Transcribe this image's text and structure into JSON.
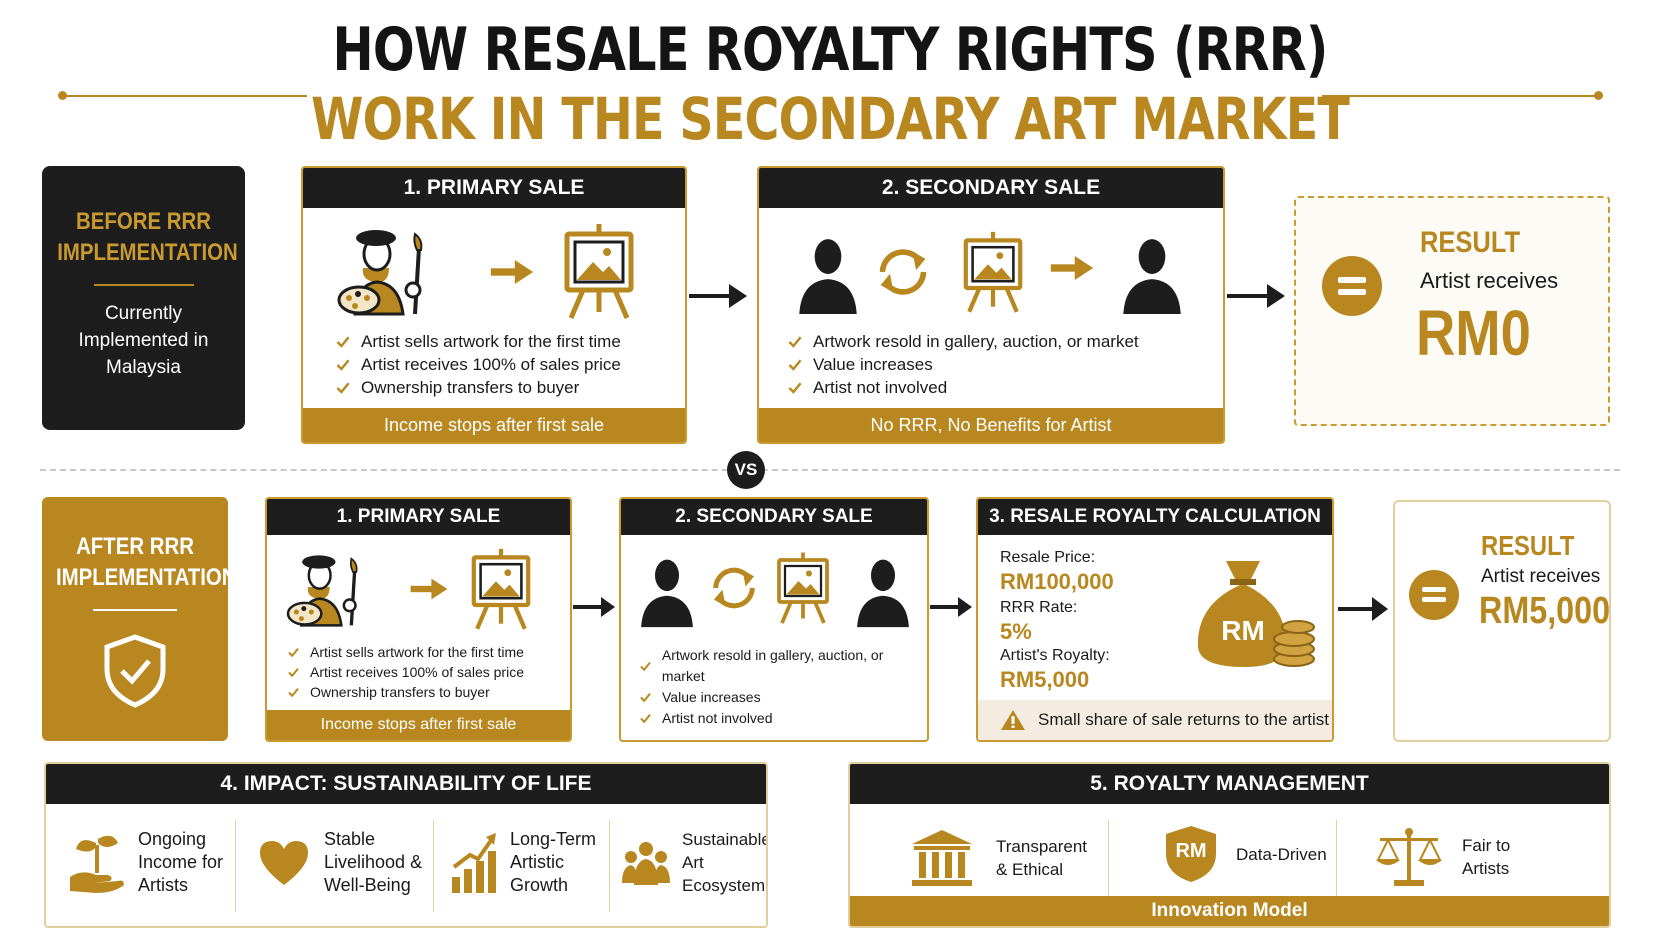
{
  "title": {
    "line1": "HOW RESALE ROYALTY RIGHTS (RRR)",
    "line2": "WORK IN THE SECONDARY ART MARKET"
  },
  "colors": {
    "gold": "#b8871f",
    "dark": "#1d1d1d",
    "white": "#ffffff"
  },
  "before": {
    "label_line1": "BEFORE RRR",
    "label_line2": "IMPLEMENTATION",
    "sub_line1": "Currently",
    "sub_line2": "Implemented in",
    "sub_line3": "Malaysia",
    "primary": {
      "header": "1. PRIMARY SALE",
      "bullets": [
        "Artist sells artwork for the first time",
        "Artist receives 100% of sales price",
        "Ownership transfers to buyer"
      ],
      "footer": "Income stops after first sale"
    },
    "secondary": {
      "header": "2. SECONDARY SALE",
      "bullets": [
        "Artwork resold in gallery, auction, or market",
        "Value increases",
        "Artist not involved"
      ],
      "footer": "No RRR, No Benefits for Artist"
    },
    "result": {
      "title": "RESULT",
      "sub": "Artist receives",
      "value": "RM0"
    }
  },
  "vs_label": "VS",
  "after": {
    "label_line1": "AFTER RRR",
    "label_line2": "IMPLEMENTATION",
    "icon": "shield-check-icon",
    "primary": {
      "header": "1. PRIMARY SALE",
      "bullets": [
        "Artist sells artwork for the first time",
        "Artist receives 100% of sales price",
        "Ownership transfers to buyer"
      ],
      "footer": "Income stops after first sale"
    },
    "secondary": {
      "header": "2. SECONDARY SALE",
      "bullets": [
        "Artwork resold in gallery, auction, or market",
        "Value increases",
        "Artist not involved"
      ]
    },
    "calculation": {
      "header": "3. RESALE ROYALTY CALCULATION",
      "price_label": "Resale Price:",
      "price_value": "RM100,000",
      "rate_label": "RRR Rate:",
      "rate_value": "5%",
      "royalty_label": "Artist's Royalty:",
      "royalty_value": "RM5,000",
      "bag_label": "RM",
      "note": "Small share of sale returns to the artist"
    },
    "result": {
      "title": "RESULT",
      "sub": "Artist receives",
      "value": "RM5,000"
    }
  },
  "impact": {
    "header": "4. IMPACT: SUSTAINABILITY OF LIFE",
    "items": [
      {
        "icon": "plant-hand-icon",
        "line1": "Ongoing",
        "line2": "Income for",
        "line3": "Artists"
      },
      {
        "icon": "heart-icon",
        "line1": "Stable",
        "line2": "Livelihood &",
        "line3": "Well-Being"
      },
      {
        "icon": "growth-chart-icon",
        "line1": "Long-Term",
        "line2": "Artistic",
        "line3": "Growth"
      },
      {
        "icon": "community-icon",
        "line1": "Sustainable",
        "line2": "Art",
        "line3": "Ecosystem"
      }
    ]
  },
  "management": {
    "header": "5. ROYALTY MANAGEMENT",
    "items": [
      {
        "icon": "institution-icon",
        "line1": "Transparent",
        "line2": "& Ethical"
      },
      {
        "icon": "rm-shield-icon",
        "badge": "RM",
        "line1": "Data-Driven",
        "line2": ""
      },
      {
        "icon": "scales-icon",
        "line1": "Fair to",
        "line2": "Artists"
      }
    ],
    "footer": "Innovation Model"
  }
}
